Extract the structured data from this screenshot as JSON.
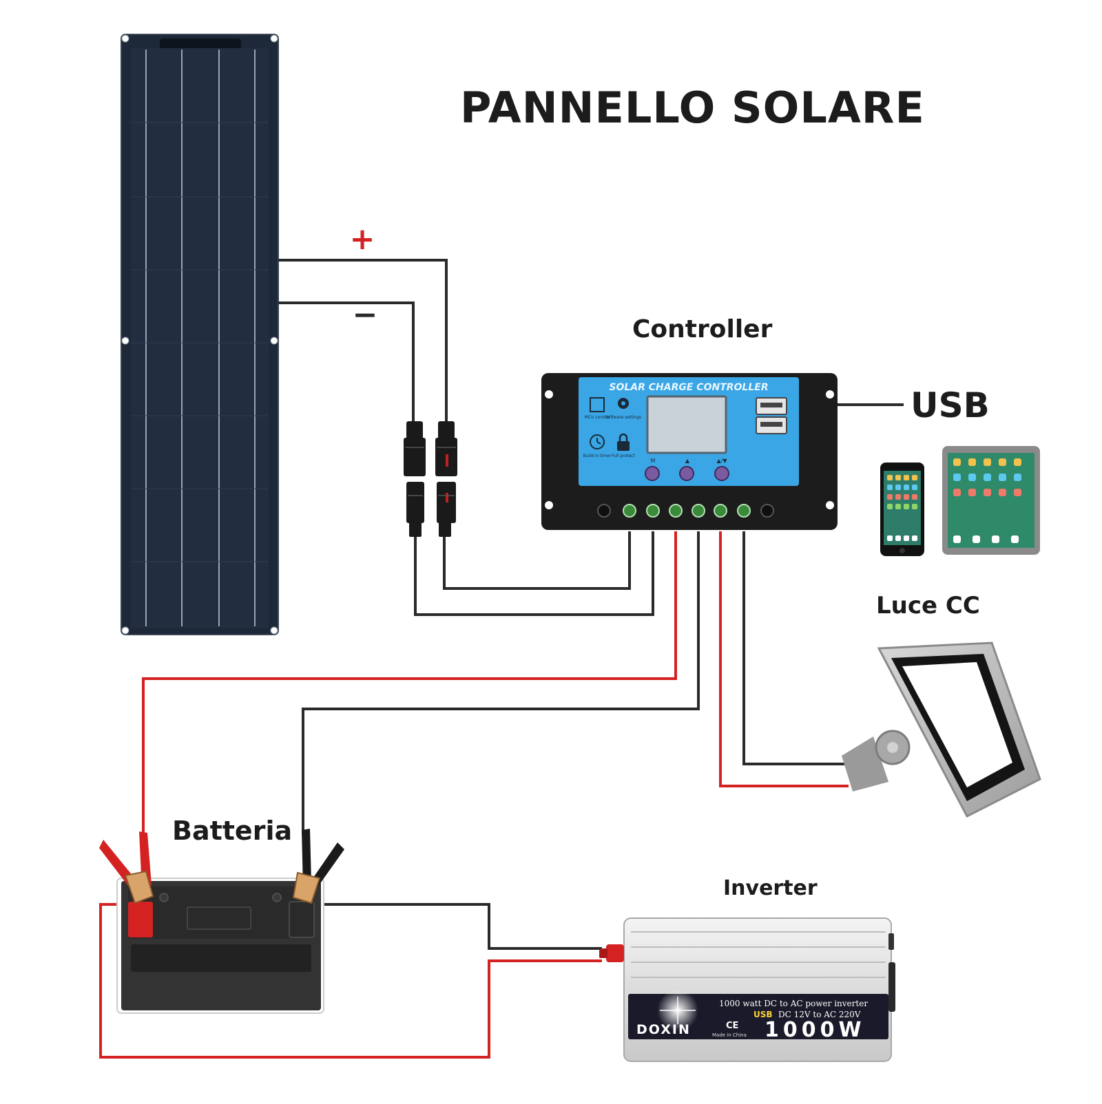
{
  "title": "PANNELLO SOLARE",
  "labels": {
    "plus": "+",
    "minus": "−",
    "controller": "Controller",
    "usb": "USB",
    "luce": "Luce CC",
    "batteria": "Batteria",
    "inverter": "Inverter"
  },
  "controller_device": {
    "header": "SOLAR CHARGE CONTROLLER",
    "button_labels": [
      "M",
      "▲",
      "▲/▼"
    ],
    "icon_captions": [
      "MCU control",
      "Software settings",
      "Build-in timer",
      "Full protect"
    ]
  },
  "inverter_device": {
    "brand": "DOXIN",
    "line1": "1000 watt DC to AC power inverter",
    "line2_usb": "USB",
    "line2": "DC 12V to AC 220V",
    "ce_mark": "CE",
    "made_in": "Made in China",
    "power": "1000W"
  },
  "colors": {
    "wire_positive": "#d42222",
    "wire_negative": "#2a2a2a",
    "controller_face": "#3aa6e6",
    "panel": "#1d2838",
    "title": "#1c1c1c"
  }
}
